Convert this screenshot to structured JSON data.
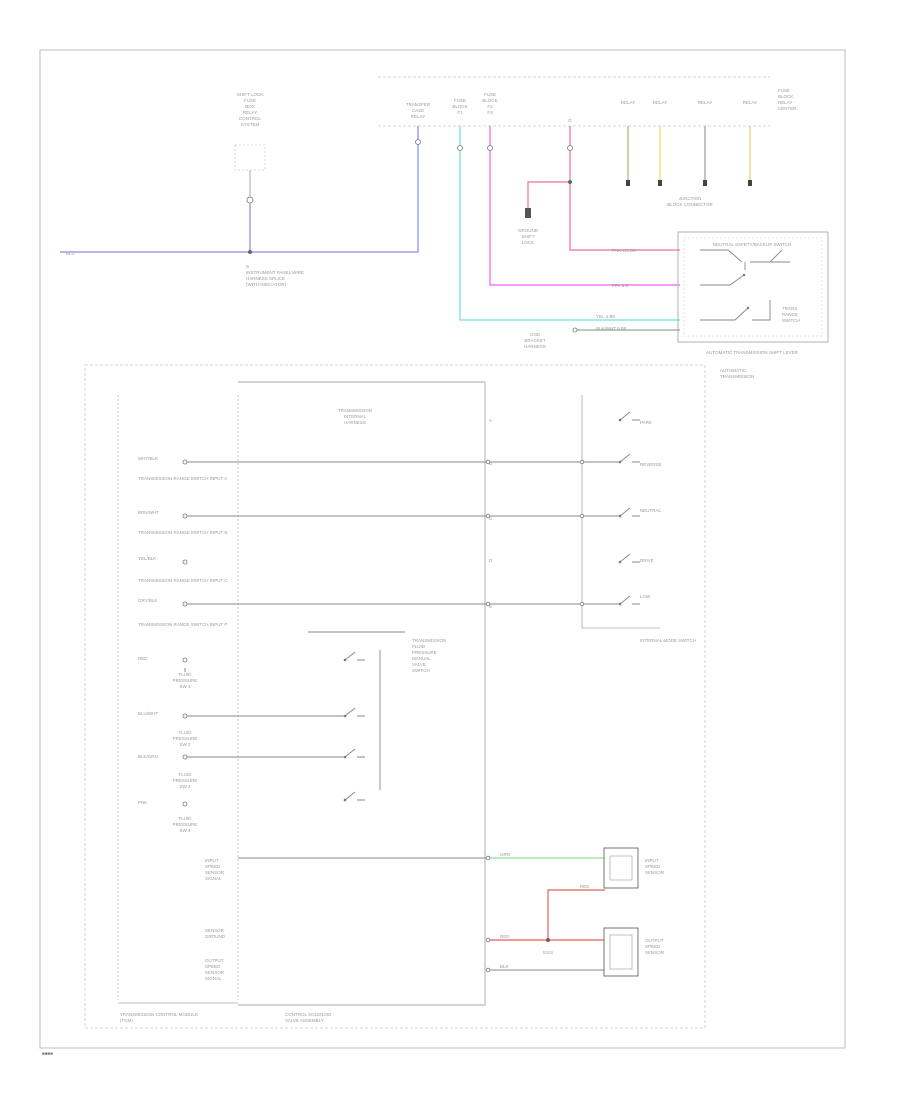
{
  "colors": {
    "blue": "#8a8ee8",
    "cyan": "#6fe0e4",
    "magenta": "#f05ff0",
    "pink": "#f06f8f",
    "green": "#8fe08f",
    "red": "#ee5a5a",
    "yellow": "#e8df55",
    "olive": "#b9b060",
    "gray": "#888888",
    "label": "#9a9a9a"
  },
  "labels": {
    "page_id": "■■■■",
    "shift_lock_fuse": [
      "SHIFT LOCK",
      "FUSE",
      "BOX",
      "RELAY",
      "CONTROL",
      "SYSTEM"
    ],
    "bat_fuse": [
      "TRANSFER",
      "CASE",
      "RELAY"
    ],
    "fuse_a": [
      "FUSE",
      "BLOCK",
      "F1"
    ],
    "fuse_b": [
      "FUSE",
      "BLOCK",
      "F2",
      "F3"
    ],
    "gnd_top": "G",
    "relay_grid": [
      "RELAY",
      "RELAY",
      "RELAY",
      "RELAY"
    ],
    "relay_note": [
      "FUSE",
      "BLOCK",
      "RELAY",
      "CENTER"
    ],
    "junction": [
      "JUNCTION",
      "BLOCK CONNECTOR"
    ],
    "ground_node": [
      "GROUND",
      "SHIFT",
      "LOCK"
    ],
    "left_wire": "BLU",
    "splice": [
      "S",
      "INSTRUMENT PANEL WIRE",
      "HARNESS SPLICE",
      "(WITH INDICATOR)"
    ],
    "switch_box_title": "NEUTRAL SAFETY/BACKUP SWITCH",
    "switch_box_sub": [
      "TRANS",
      "RANGE",
      "SWITCH"
    ],
    "box_wires": [
      "PNK  2/1  B9",
      "PPL  3  D",
      "YEL  4  B8",
      "BLK/WHT  5  B8"
    ],
    "shifter_caption": "AUTOMATIC TRANSMISSION SHIFT LEVER",
    "bottom_left_note": [
      "GND",
      "BRACKET",
      "HARNESS"
    ],
    "auto_trans": [
      "AUTOMATIC",
      "TRANSMISSION"
    ],
    "tcm_inner": [
      "TRANSMISSION",
      "INTERNAL",
      "HARNESS"
    ],
    "range_pins": [
      "A",
      "B",
      "C",
      "D",
      "E"
    ],
    "range_switch_labels": [
      "PARK",
      "REVERSE",
      "NEUTRAL",
      "DRIVE",
      "LOW"
    ],
    "tcm_rows": [
      {
        "wire": "WHT/BLK",
        "name": "TRANSMISSION RANGE SWITCH INPUT A"
      },
      {
        "wire": "BRN/WHT",
        "name": "TRANSMISSION RANGE SWITCH INPUT B"
      },
      {
        "wire": "YEL/BLK",
        "name": "TRANSMISSION RANGE SWITCH INPUT C"
      },
      {
        "wire": "GRY/BLK",
        "name": "TRANSMISSION RANGE SWITCH INPUT P"
      }
    ],
    "internal_switch": "INTERNAL MODE SWITCH",
    "fluid_pressure": [
      "TRANSMISSION",
      "FLUID",
      "PRESSURE",
      "MANUAL",
      "VALVE",
      "SWITCH"
    ],
    "pressure_rows": [
      {
        "wire": "RED",
        "name": [
          "FLUID",
          "PRESSURE",
          "SW 1"
        ]
      },
      {
        "wire": "BLU/WHT",
        "name": [
          "FLUID",
          "PRESSURE",
          "SW 2"
        ]
      },
      {
        "wire": "BLK/GRN",
        "name": [
          "FLUID",
          "PRESSURE",
          "SW 3"
        ]
      },
      {
        "wire": "PNK",
        "name": [
          "FLUID",
          "PRESSURE",
          "SW 4"
        ]
      }
    ],
    "output_speed": [
      "INPUT",
      "SPEED",
      "SENSOR",
      "SIGNAL"
    ],
    "sensor_ground": [
      "SENSOR",
      "GROUND"
    ],
    "output_speed2": [
      "OUTPUT",
      "SPEED",
      "SENSOR",
      "SIGNAL"
    ],
    "right_sensor1": [
      "INPUT",
      "SPEED",
      "SENSOR"
    ],
    "right_sensor2": [
      "OUTPUT",
      "SPEED",
      "SENSOR"
    ],
    "sensor_wires": [
      "GRN",
      "RED",
      "RED",
      "BLK"
    ],
    "splice_bottom": "S101",
    "tcm_caption": [
      "TRANSMISSION CONTROL MODULE",
      "(TCM)"
    ],
    "ecm_caption": [
      "CONTROL SOLENOID",
      "VALVE ASSEMBLY"
    ]
  }
}
